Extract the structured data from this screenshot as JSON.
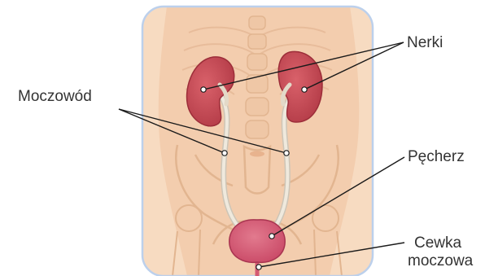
{
  "labels": {
    "kidneys": "Nerki",
    "ureter": "Moczowód",
    "bladder": "Pęcherz",
    "urethra_line1": "Cewka",
    "urethra_line2": "moczowa"
  },
  "colors": {
    "frame_border": "#bcd0ec",
    "skin": "#f6d4b6",
    "skin_shadow": "#ecc3a0",
    "bone_outline": "#e2b590",
    "kidney": "#c94a55",
    "kidney_dark": "#a8323e",
    "ureter": "#e8e2d6",
    "bladder": "#d45a73",
    "leader_line": "#1a1a1a",
    "dot": "#ffffff"
  }
}
